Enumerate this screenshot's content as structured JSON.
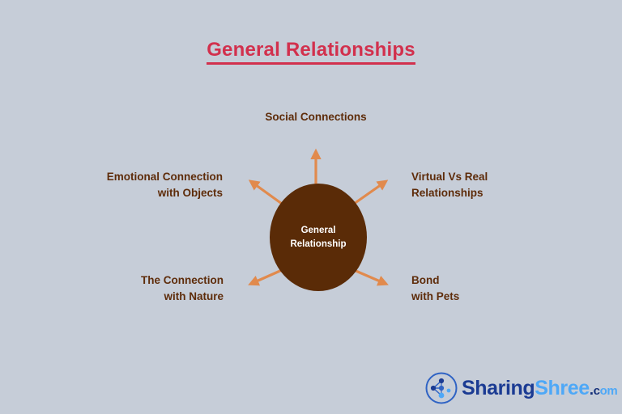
{
  "page": {
    "background_color": "#c6cdd8",
    "title": "General Relationships",
    "title_color": "#d2304d"
  },
  "diagram": {
    "type": "hub-and-spoke",
    "center": {
      "label": "General\nRelationship",
      "fill_color": "#5a2b07",
      "text_color": "#ffffff"
    },
    "arrow_color": "#e18a4d",
    "label_color": "#5e2c0a",
    "branches": [
      {
        "id": "social",
        "label": "Social Connections",
        "direction": "up",
        "align": "center"
      },
      {
        "id": "emotional",
        "label": "Emotional Connection\nwith Objects",
        "direction": "upper-left",
        "align": "right"
      },
      {
        "id": "virtual",
        "label": "Virtual Vs Real\nRelationships",
        "direction": "upper-right",
        "align": "left"
      },
      {
        "id": "nature",
        "label": "The Connection\nwith Nature",
        "direction": "lower-left",
        "align": "right"
      },
      {
        "id": "pets",
        "label": "Bond\nwith Pets",
        "direction": "lower-right",
        "align": "left"
      }
    ]
  },
  "logo": {
    "icon": "network-share-icon",
    "part1": "Sharing",
    "part2": "Shree",
    "dot": ".",
    "c": "c",
    "om": "om",
    "color_part1": "#1b3b93",
    "color_part2": "#4ea8f7"
  }
}
